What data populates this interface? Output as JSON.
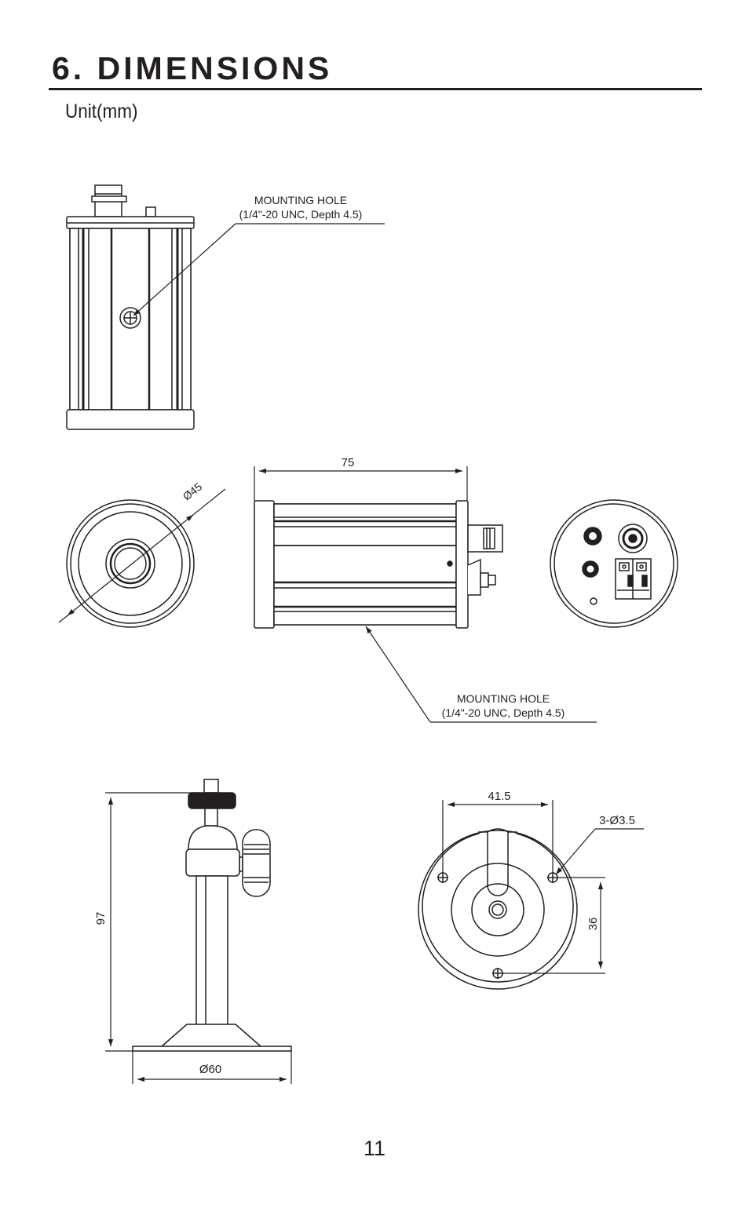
{
  "header": {
    "title": "6. DIMENSIONS",
    "unit": "Unit(mm)"
  },
  "top_view": {
    "mounting_hole_label": "MOUNTING HOLE",
    "mounting_hole_spec": "(1/4\"-20 UNC, Depth 4.5)"
  },
  "front_view": {
    "diameter_label": "Ø45"
  },
  "side_view": {
    "length_label": "75",
    "mounting_hole_label": "MOUNTING HOLE",
    "mounting_hole_spec": "(1/4\"-20 UNC, Depth 4.5)"
  },
  "bracket_side": {
    "height_label": "97",
    "base_label": "Ø60"
  },
  "bracket_base": {
    "spacing_label": "41.5",
    "holes_label": "3-Ø3.5",
    "offset_label": "36"
  },
  "footer": {
    "page_number": "11"
  }
}
